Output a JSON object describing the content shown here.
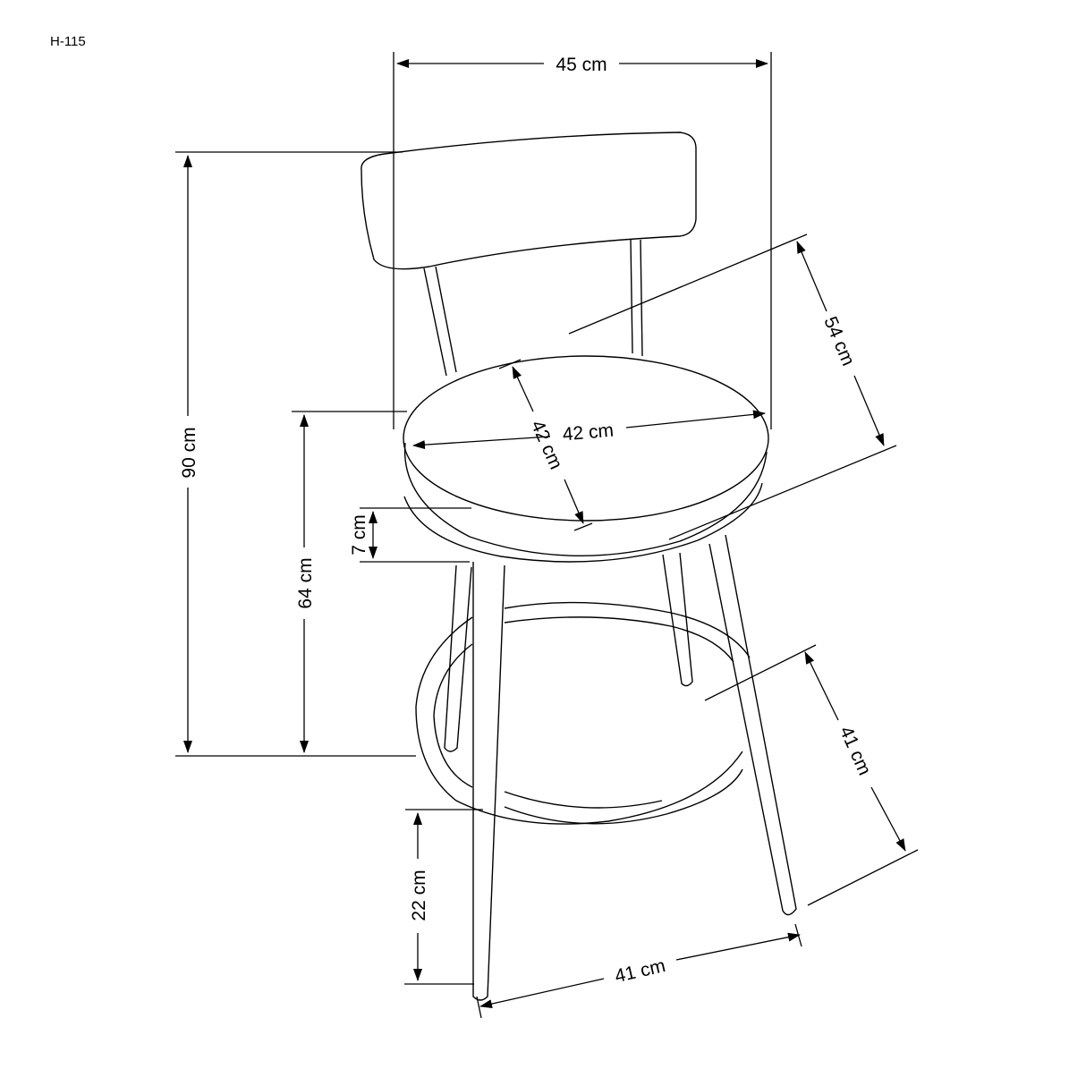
{
  "title": "H-115",
  "dimensions": {
    "width_total": "45 cm",
    "height_total": "90 cm",
    "seat_height": "64 cm",
    "seat_thickness": "7 cm",
    "seat_width": "42 cm",
    "seat_depth": "42 cm",
    "backrest_to_front": "54 cm",
    "footrest_height": "22 cm",
    "leg_span_width": "41 cm",
    "leg_span_depth": "41 cm"
  },
  "colors": {
    "line": "#000000",
    "background": "#ffffff"
  }
}
